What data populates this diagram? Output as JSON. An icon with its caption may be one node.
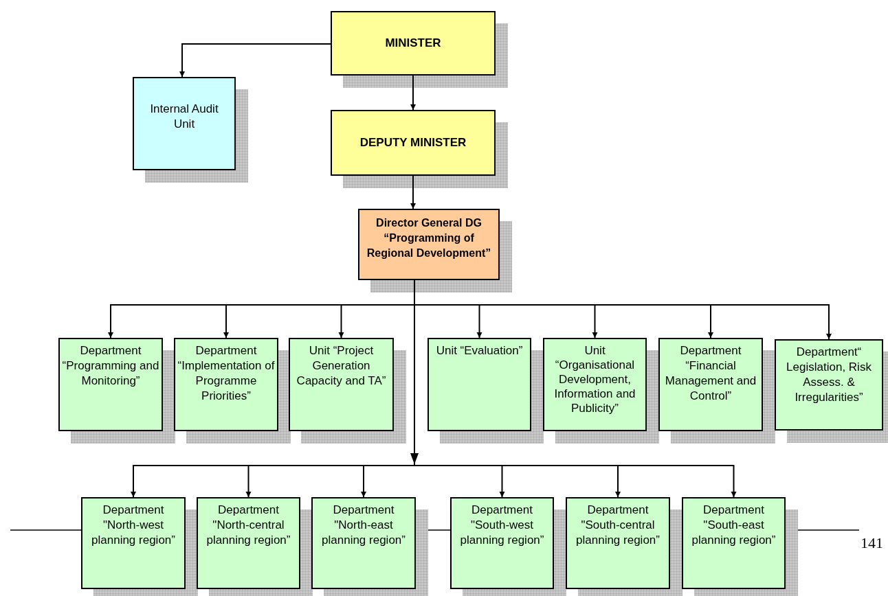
{
  "diagram": {
    "nodes": [
      {
        "text": [
          "MINISTER"
        ]
      },
      {
        "text": [
          "Internal Audit Unit"
        ]
      },
      {
        "text": [
          "DEPUTY MINISTER"
        ]
      },
      {
        "text": [
          "Director General DG “Programming of Regional Development”"
        ]
      },
      {
        "text": [
          "Department “Programming and Monitoring”"
        ]
      },
      {
        "text": [
          "Department “Implementation of Programme Priorities”"
        ]
      },
      {
        "text": [
          "Unit “Project Generation Capacity and TA”"
        ]
      },
      {
        "text": [
          "Unit “Evaluation”"
        ]
      },
      {
        "text": [
          "Unit “Organisational Development, Information and Publicity”"
        ]
      },
      {
        "text": [
          "Department “Financial Management and Control”"
        ]
      },
      {
        "text": [
          "Department“ Legislation, Risk Assess. & Irregularities”"
        ]
      },
      {
        "text": [
          "Department \"North-west planning region”"
        ]
      },
      {
        "text": [
          "Department \"North-central planning region”"
        ]
      },
      {
        "text": [
          "Department \"North-east planning region”"
        ]
      },
      {
        "text": [
          "Department \"South-west planning region”"
        ]
      },
      {
        "text": [
          "Department \"South-central planning region”"
        ]
      },
      {
        "text": [
          "Department \"South-east planning region”"
        ]
      }
    ],
    "edges": [
      {
        "from": 0,
        "to": 1,
        "arrow": "to"
      },
      {
        "from": 0,
        "to": 2,
        "arrow": "to"
      },
      {
        "from": 2,
        "to": 3,
        "arrow": "to"
      },
      {
        "from": 3,
        "to": 4,
        "arrow": "to"
      },
      {
        "from": 3,
        "to": 5,
        "arrow": "to"
      },
      {
        "from": 3,
        "to": 6,
        "arrow": "to"
      },
      {
        "from": 3,
        "to": 7,
        "arrow": "to"
      },
      {
        "from": 3,
        "to": 8,
        "arrow": "to"
      },
      {
        "from": 3,
        "to": 9,
        "arrow": "to"
      },
      {
        "from": 3,
        "to": 10,
        "arrow": "to"
      },
      {
        "from": 3,
        "to": 11,
        "arrow": "to"
      },
      {
        "from": 3,
        "to": 12,
        "arrow": "to"
      },
      {
        "from": 3,
        "to": 13,
        "arrow": "to"
      },
      {
        "from": 3,
        "to": 14,
        "arrow": "to"
      },
      {
        "from": 3,
        "to": 15,
        "arrow": "to"
      },
      {
        "from": 3,
        "to": 16,
        "arrow": "to"
      }
    ],
    "labels": [
      "141"
    ]
  }
}
